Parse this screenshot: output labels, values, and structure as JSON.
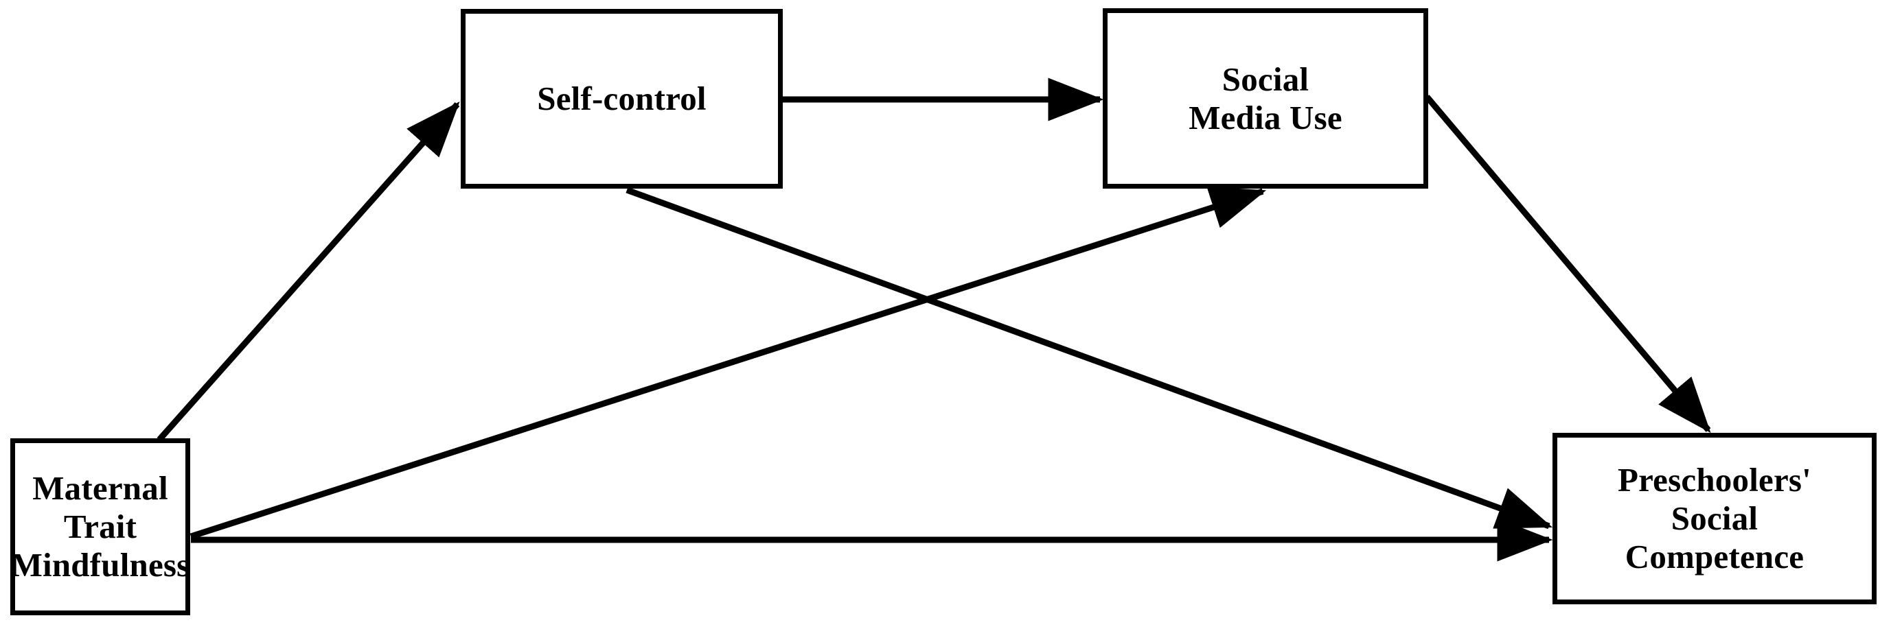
{
  "diagram": {
    "title": "Maternal Trait Mindfulness Mediation Model",
    "type": "path-model",
    "background_color": "#ffffff",
    "line_color": "#000000",
    "box_border_color": "#000000",
    "box_fill_color": "#ffffff"
  },
  "nodes": [
    {
      "id": "maternal-trait-mindfulness",
      "lines": [
        "Maternal",
        "Trait",
        "Mindfulness"
      ],
      "role": "predictor"
    },
    {
      "id": "self-control",
      "lines": [
        "Self-control"
      ],
      "role": "mediator"
    },
    {
      "id": "social-media-use",
      "lines": [
        "Social",
        "Media Use"
      ],
      "role": "mediator"
    },
    {
      "id": "preschoolers-social-competence",
      "lines": [
        "Preschoolers'",
        "Social",
        "Competence"
      ],
      "role": "outcome"
    }
  ],
  "edges": [
    {
      "id": "edge-maternal-to-selfcontrol",
      "from": "maternal-trait-mindfulness",
      "to": "self-control",
      "arrow": "single"
    },
    {
      "id": "edge-selfcontrol-to-socialmedia",
      "from": "self-control",
      "to": "social-media-use",
      "arrow": "single"
    },
    {
      "id": "edge-socialmedia-to-preschoolers",
      "from": "social-media-use",
      "to": "preschoolers-social-competence",
      "arrow": "single"
    },
    {
      "id": "edge-selfcontrol-to-preschoolers",
      "from": "self-control",
      "to": "preschoolers-social-competence",
      "arrow": "single"
    },
    {
      "id": "edge-maternal-to-socialmedia",
      "from": "maternal-trait-mindfulness",
      "to": "social-media-use",
      "arrow": "single"
    },
    {
      "id": "edge-maternal-to-preschoolers",
      "from": "maternal-trait-mindfulness",
      "to": "preschoolers-social-competence",
      "arrow": "single"
    }
  ]
}
